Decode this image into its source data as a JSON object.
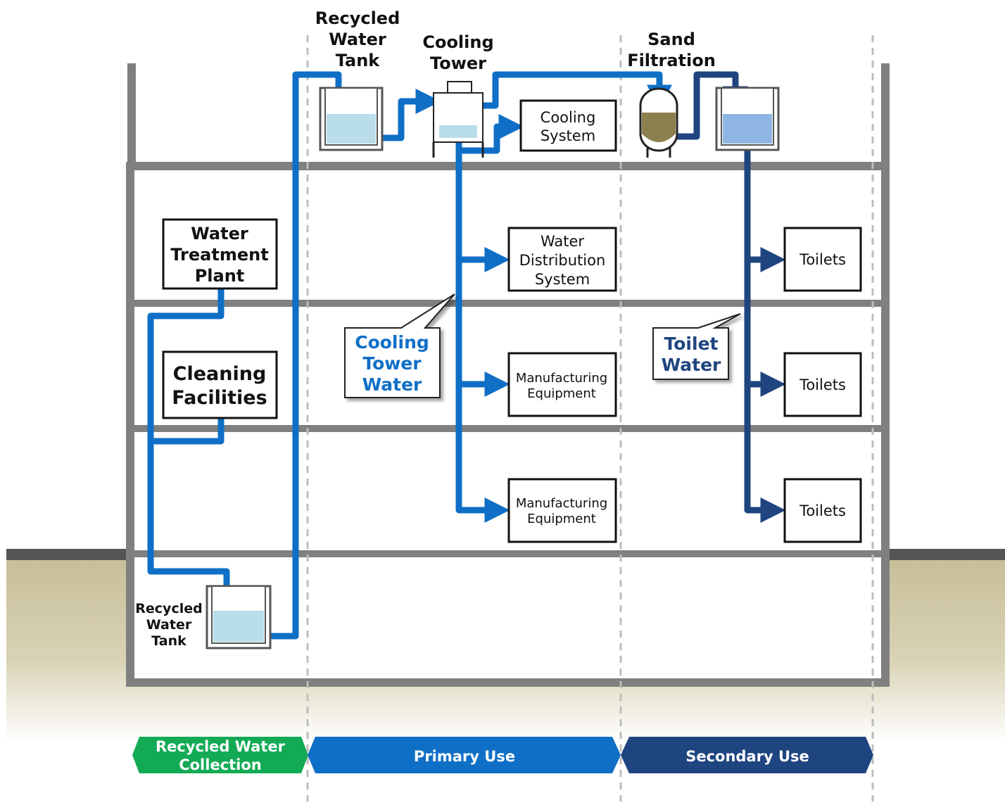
{
  "colors": {
    "primary_pipe": "#0f6fc6",
    "secondary_pipe": "#1f4580",
    "collection_banner": "#13aa55",
    "primary_banner": "#0f6fc6",
    "secondary_banner": "#1f4580",
    "water_light": "#b9dde9",
    "water_secondary": "#8eb5e3",
    "sand": "#8c7f4e",
    "ground": "#c7bf98",
    "structure": "#808080"
  },
  "labels": {
    "recycled_water_tank_top": [
      "Recycled",
      "Water",
      "Tank"
    ],
    "cooling_tower": [
      "Cooling",
      "Tower"
    ],
    "sand_filtration": [
      "Sand",
      "Filtration"
    ],
    "cooling_system": [
      "Cooling",
      "System"
    ],
    "water_treatment_plant": [
      "Water",
      "Treatment",
      "Plant"
    ],
    "cleaning_facilities": [
      "Cleaning",
      "Facilities"
    ],
    "water_distribution_system": [
      "Water",
      "Distribution",
      "System"
    ],
    "manufacturing_equipment_1": [
      "Manufacturing",
      "Equipment"
    ],
    "manufacturing_equipment_2": [
      "Manufacturing",
      "Equipment"
    ],
    "toilets_1": "Toilets",
    "toilets_2": "Toilets",
    "toilets_3": "Toilets",
    "callout_cooling_tower_water": [
      "Cooling",
      "Tower",
      "Water"
    ],
    "callout_toilet_water": [
      "Toilet",
      "Water"
    ],
    "recycled_water_tank_bottom": [
      "Recycled",
      "Water",
      "Tank"
    ]
  },
  "banners": {
    "collection": [
      "Recycled Water",
      "Collection"
    ],
    "primary": "Primary Use",
    "secondary": "Secondary Use"
  }
}
